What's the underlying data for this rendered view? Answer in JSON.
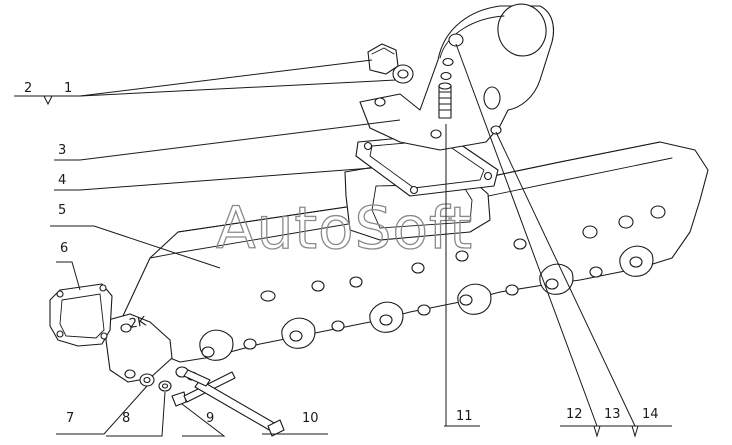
{
  "watermark": "AutoSoft",
  "casting_mark": "2K",
  "callouts": {
    "c1": "1",
    "c2": "2",
    "c3": "3",
    "c4": "4",
    "c5": "5",
    "c6": "6",
    "c7": "7",
    "c8": "8",
    "c9": "9",
    "c10": "10",
    "c11": "11",
    "c12": "12",
    "c13": "13",
    "c14": "14"
  }
}
